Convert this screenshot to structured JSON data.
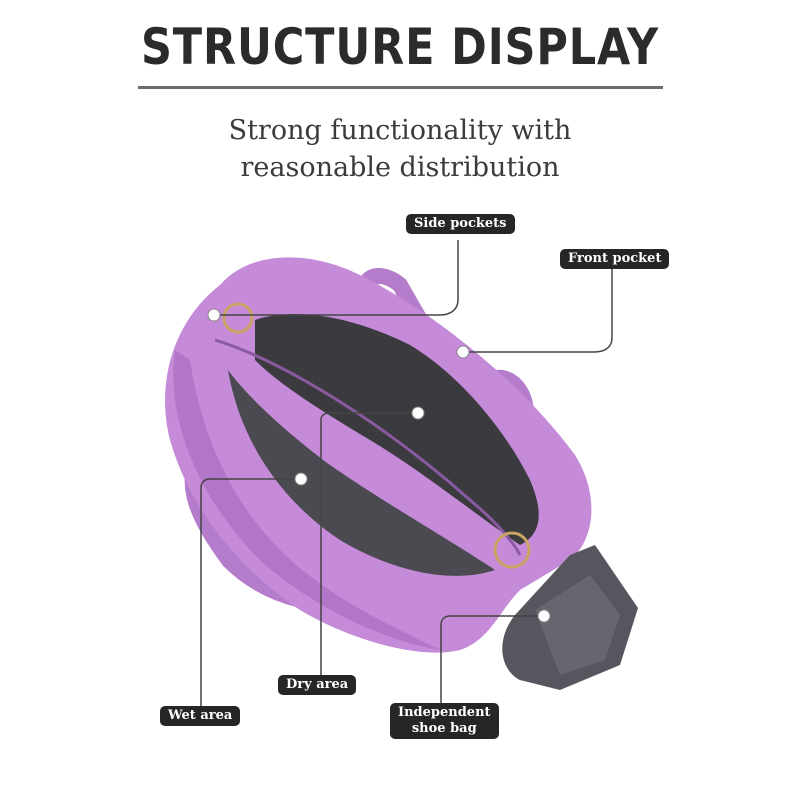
{
  "header": {
    "title": "STRUCTURE DISPLAY",
    "subtitle_line1": "Strong functionality with",
    "subtitle_line2": "reasonable distribution"
  },
  "callouts": {
    "side_pockets": "Side pockets",
    "front_pocket": "Front pocket",
    "dry_area": "Dry area",
    "wet_area": "Wet area",
    "shoe_bag_line1": "Independent",
    "shoe_bag_line2": "shoe bag"
  },
  "colors": {
    "bag_purple": "#c58ad8",
    "bag_shadow": "#9d62b5",
    "lining_dark": "#3a3a3f",
    "shoe_bag_gray": "#56565e",
    "label_bg": "#262626"
  }
}
